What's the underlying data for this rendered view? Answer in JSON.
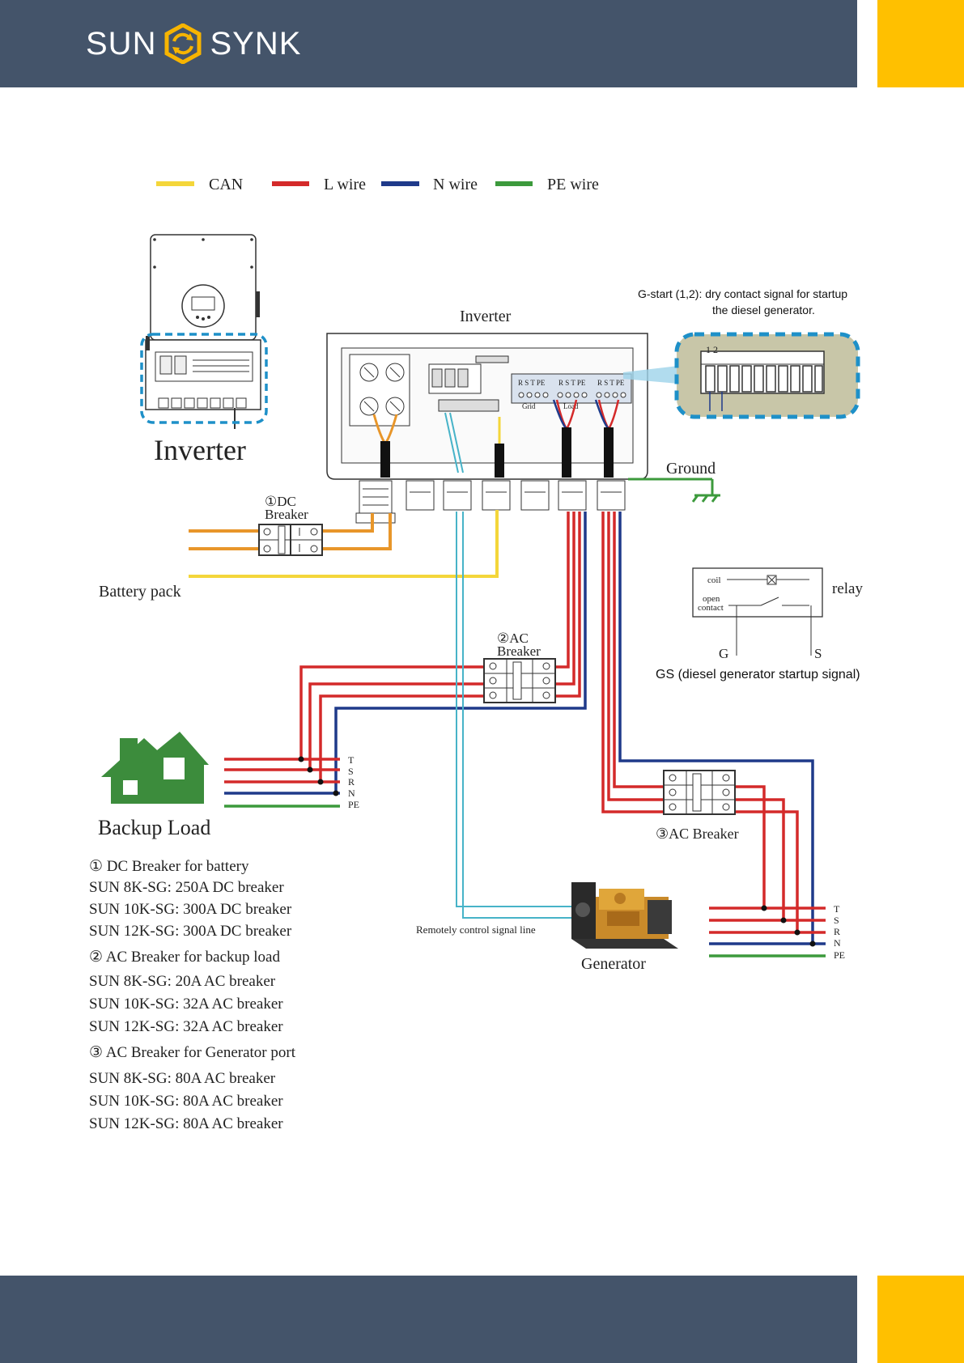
{
  "header": {
    "logo_left": "SUN",
    "logo_right": "SYNK"
  },
  "legend": [
    {
      "label": "CAN",
      "color": "#f4d63a"
    },
    {
      "label": "L wire",
      "color": "#d42a2a"
    },
    {
      "label": "N wire",
      "color": "#1f3a8a"
    },
    {
      "label": "PE wire",
      "color": "#3c9a3c"
    }
  ],
  "colors": {
    "dc": "#e8962a",
    "signal": "#47b3c8",
    "dashed": "#1e90c8",
    "house": "#3c8c3c",
    "panel": "#c8c6a8"
  },
  "labels": {
    "inverter_small": "Inverter",
    "inverter_main": "Inverter",
    "gstart_line1": "G-start (1,2): dry contact signal for startup",
    "gstart_line2": "the diesel generator.",
    "terminal_num": "1 2",
    "ground": "Ground",
    "dc_breaker_1": "①DC",
    "dc_breaker_2": "Breaker",
    "battery": "Battery pack",
    "ac_breaker2_1": "②AC",
    "ac_breaker2_2": "Breaker",
    "ac_breaker3": "③AC Breaker",
    "coil": "coil",
    "open_contact_1": "open",
    "open_contact_2": "contact",
    "relay": "relay",
    "g": "G",
    "s": "S",
    "gs": "GS (diesel generator startup signal)",
    "backup_load": "Backup Load",
    "remote": "Remotely control signal line",
    "generator": "Generator",
    "grid": "Grid",
    "load": "Load",
    "rstpe": "R S T PE",
    "wire_labels": [
      "T",
      "S",
      "R",
      "N",
      "PE"
    ]
  },
  "notes": [
    "① DC Breaker for battery",
    "SUN 8K-SG:  250A DC breaker",
    "SUN 10K-SG: 300A DC breaker",
    "SUN 12K-SG: 300A DC breaker",
    "② AC Breaker for  backup load",
    "SUN 8K-SG:  20A AC breaker",
    "SUN 10K-SG: 32A AC breaker",
    "SUN 12K-SG: 32A AC breaker",
    "③ AC Breaker for Generator port",
    "SUN 8K-SG:  80A AC breaker",
    "SUN 10K-SG: 80A AC breaker",
    "SUN 12K-SG: 80A AC breaker"
  ]
}
